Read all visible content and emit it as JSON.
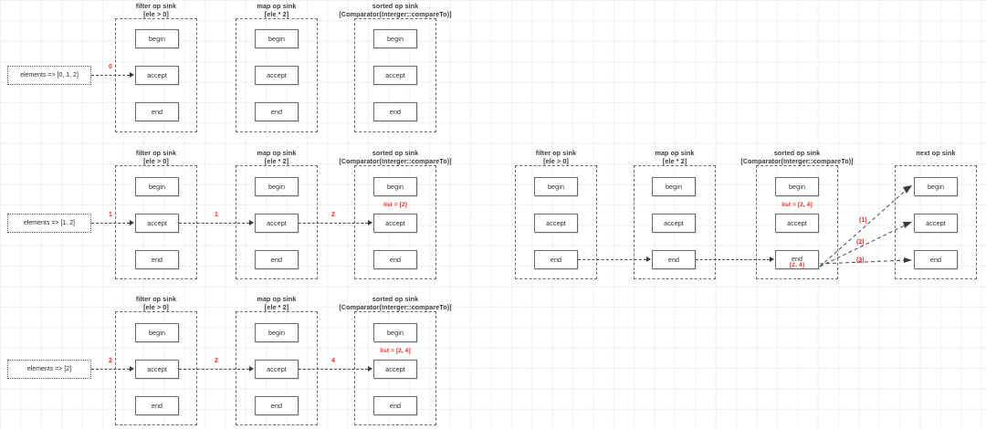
{
  "diagram": {
    "title": "Java Stream op sink pipeline trace",
    "accent_red": "#ee2b24",
    "box_border": "#6a6a6a",
    "dashed_border": "#6b6b6b",
    "grid_color": "#f0f0f3"
  },
  "labels": {
    "filter_title": "filter op sink",
    "filter_sub": "[ele > 0]",
    "map_title": "map op sink",
    "map_sub": "[ele * 2]",
    "sorted_title": "sorted op sink",
    "sorted_sub": "[Comparator(Interger::compareTo)]",
    "next_title": "next op sink",
    "stage_begin": "begin",
    "stage_accept": "accept",
    "stage_end": "end"
  },
  "rows": [
    {
      "id": "row1",
      "elements_label": "elements => [0, 1, 2]",
      "edges": [
        "0"
      ],
      "list_label": null
    },
    {
      "id": "row2",
      "elements_label": "elements => [1, 2]",
      "edges": [
        "1",
        "1",
        "2"
      ],
      "list_label": "list = [2]"
    },
    {
      "id": "row3",
      "elements_label": "elements => [2]",
      "edges": [
        "2",
        "2",
        "4"
      ],
      "list_label": "list = [2, 4]"
    }
  ],
  "flush_row": {
    "id": "row2b",
    "list_label": "list = [2, 4]",
    "end_sub": "[2, 4]",
    "fan_labels": [
      "(1)",
      "(2)",
      "(3)"
    ]
  }
}
